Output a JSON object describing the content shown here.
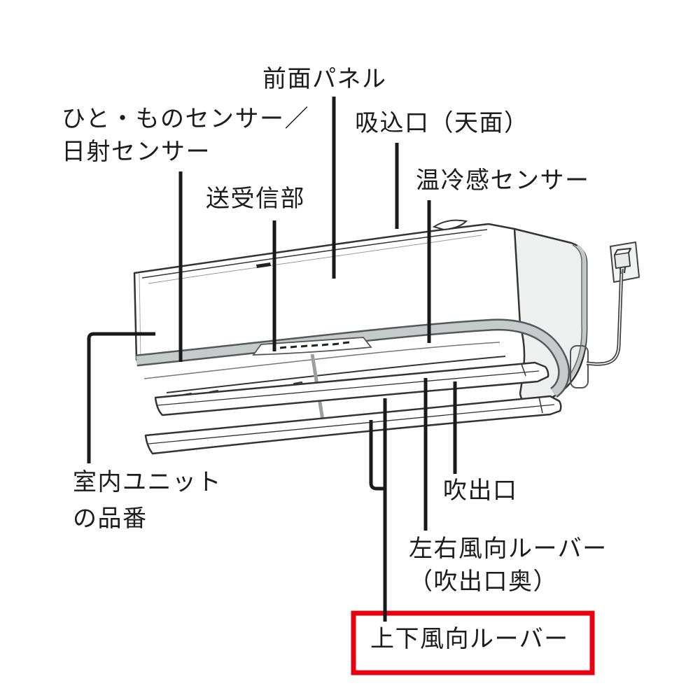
{
  "diagram": {
    "title_hint": "air-conditioner indoor unit parts diagram",
    "highlight_color": "#e60012",
    "leader_line_color": "#1a1a1a",
    "labels": {
      "front_panel": "前面パネル",
      "human_object_sensor_line1": "ひと・ものセンサー／",
      "human_object_sensor_line2": "日射センサー",
      "air_intake_top": "吸込口（天面）",
      "thermal_sensation_sensor": "温冷感センサー",
      "transmitter_receiver": "送受信部",
      "indoor_unit_model_line1": "室内ユニット",
      "indoor_unit_model_line2": "の品番",
      "air_outlet": "吹出口",
      "lr_airflow_louver_line1": "左右風向ルーバー",
      "lr_airflow_louver_line2": "（吹出口奥）",
      "ud_airflow_louver": "上下風向ルーバー"
    }
  }
}
